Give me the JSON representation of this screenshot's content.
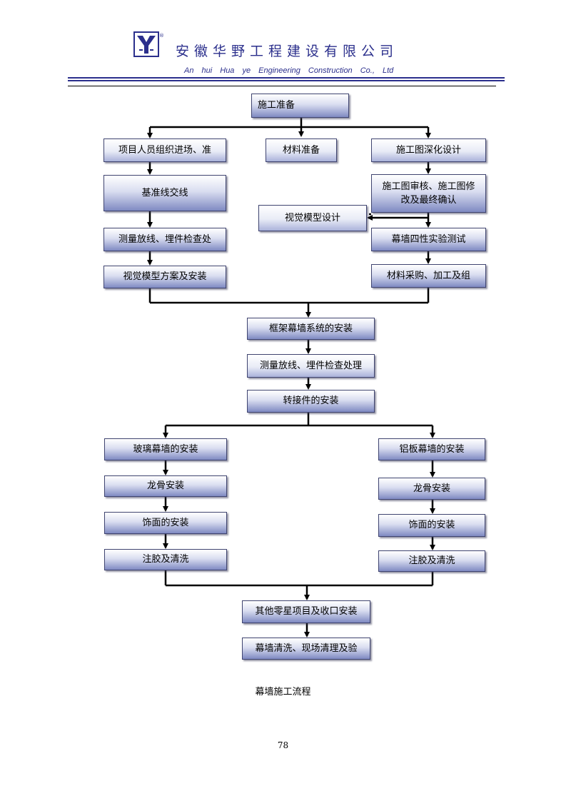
{
  "header": {
    "company_cn": "安徽华野工程建设有限公司",
    "company_en": "An hui Hua ye Engineering Construction Co., Ltd",
    "logo_color": "#2b2f8c"
  },
  "flow": {
    "start": "施工准备",
    "col_left": [
      "项目人员组织进场、准",
      "基准线交线",
      "测量放线、埋件检查处",
      "视觉模型方案及安装"
    ],
    "col_mid": "材料准备",
    "col_right": [
      "施工图深化设计",
      "施工图审核、施工图修改及最终确认",
      "幕墙四性实验测试",
      "材料采购、加工及组"
    ],
    "side_box": "视觉模型设计",
    "center_1": "框架幕墙系统的安装",
    "center_2": "测量放线、埋件检查处理",
    "center_3": "转接件的安装",
    "glass_branch": [
      "玻璃幕墙的安装",
      "龙骨安装",
      "饰面的安装",
      "注胶及清洗"
    ],
    "alu_branch": [
      "铝板幕墙的安装",
      "龙骨安装",
      "饰面的安装",
      "注胶及清洗"
    ],
    "final_1": "其他零星项目及收口安装",
    "final_2": "幕墙清洗、现场清理及验"
  },
  "caption": "幕墙施工流程",
  "page_number": "78"
}
